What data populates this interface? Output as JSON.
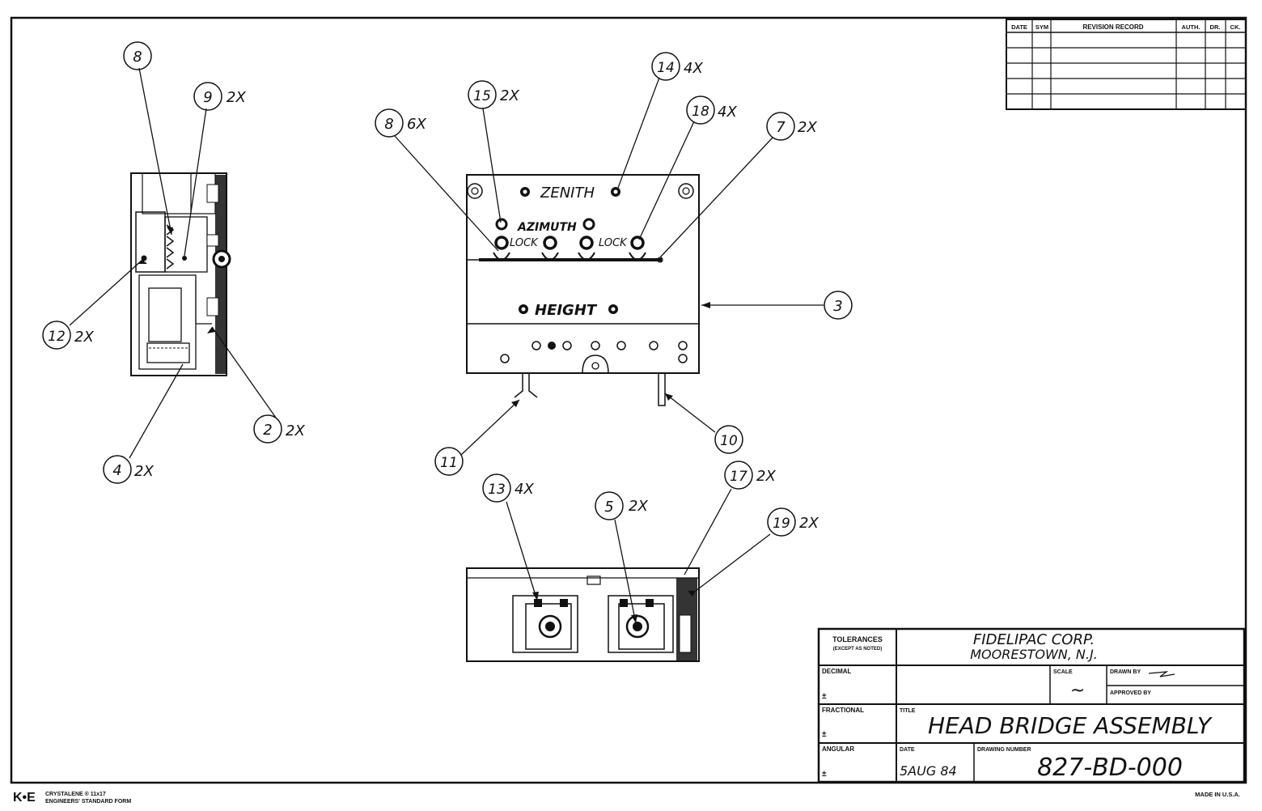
{
  "revision_block": {
    "headers": [
      "DATE",
      "SYM",
      "REVISION RECORD",
      "AUTH.",
      "DR.",
      "CK."
    ]
  },
  "callouts": [
    {
      "num": "8",
      "qty": ""
    },
    {
      "num": "9",
      "qty": "2X"
    },
    {
      "num": "12",
      "qty": "2X"
    },
    {
      "num": "2",
      "qty": "2X"
    },
    {
      "num": "4",
      "qty": "2X"
    },
    {
      "num": "15",
      "qty": "2X"
    },
    {
      "num": "14",
      "qty": "4X"
    },
    {
      "num": "18",
      "qty": "4X"
    },
    {
      "num": "7",
      "qty": "2X"
    },
    {
      "num": "8",
      "qty": "6X"
    },
    {
      "num": "3",
      "qty": ""
    },
    {
      "num": "11",
      "qty": ""
    },
    {
      "num": "10",
      "qty": ""
    },
    {
      "num": "13",
      "qty": "4X"
    },
    {
      "num": "5",
      "qty": "2X"
    },
    {
      "num": "17",
      "qty": "2X"
    },
    {
      "num": "19",
      "qty": "2X"
    }
  ],
  "part_labels": {
    "zenith": "ZENITH",
    "azimuth": "AZIMUTH",
    "lock_left": "LOCK",
    "lock_right": "LOCK",
    "height": "HEIGHT"
  },
  "title_block": {
    "tolerances": "TOLERANCES",
    "tolerances_note": "(EXCEPT AS NOTED)",
    "company_line1": "FIDELIPAC CORP.",
    "company_line2": "MOORESTOWN, N.J.",
    "decimal": "DECIMAL",
    "fractional": "FRACTIONAL",
    "angular": "ANGULAR",
    "plus_minus": "±",
    "scale_label": "SCALE",
    "scale_value": "~",
    "drawn_by_label": "DRAWN BY",
    "approved_by_label": "APPROVED BY",
    "title_label": "TITLE",
    "title_value": "HEAD BRIDGE ASSEMBLY",
    "date_label": "DATE",
    "date_value": "5AUG 84",
    "drawing_number_label": "DRAWING NUMBER",
    "drawing_number_value": "827-BD-000"
  },
  "footer": {
    "brand_logo": "K•E",
    "form_line1": "CRYSTALENE ® 11x17",
    "form_line2": "ENGINEERS' STANDARD FORM",
    "made_in": "MADE IN U.S.A."
  }
}
